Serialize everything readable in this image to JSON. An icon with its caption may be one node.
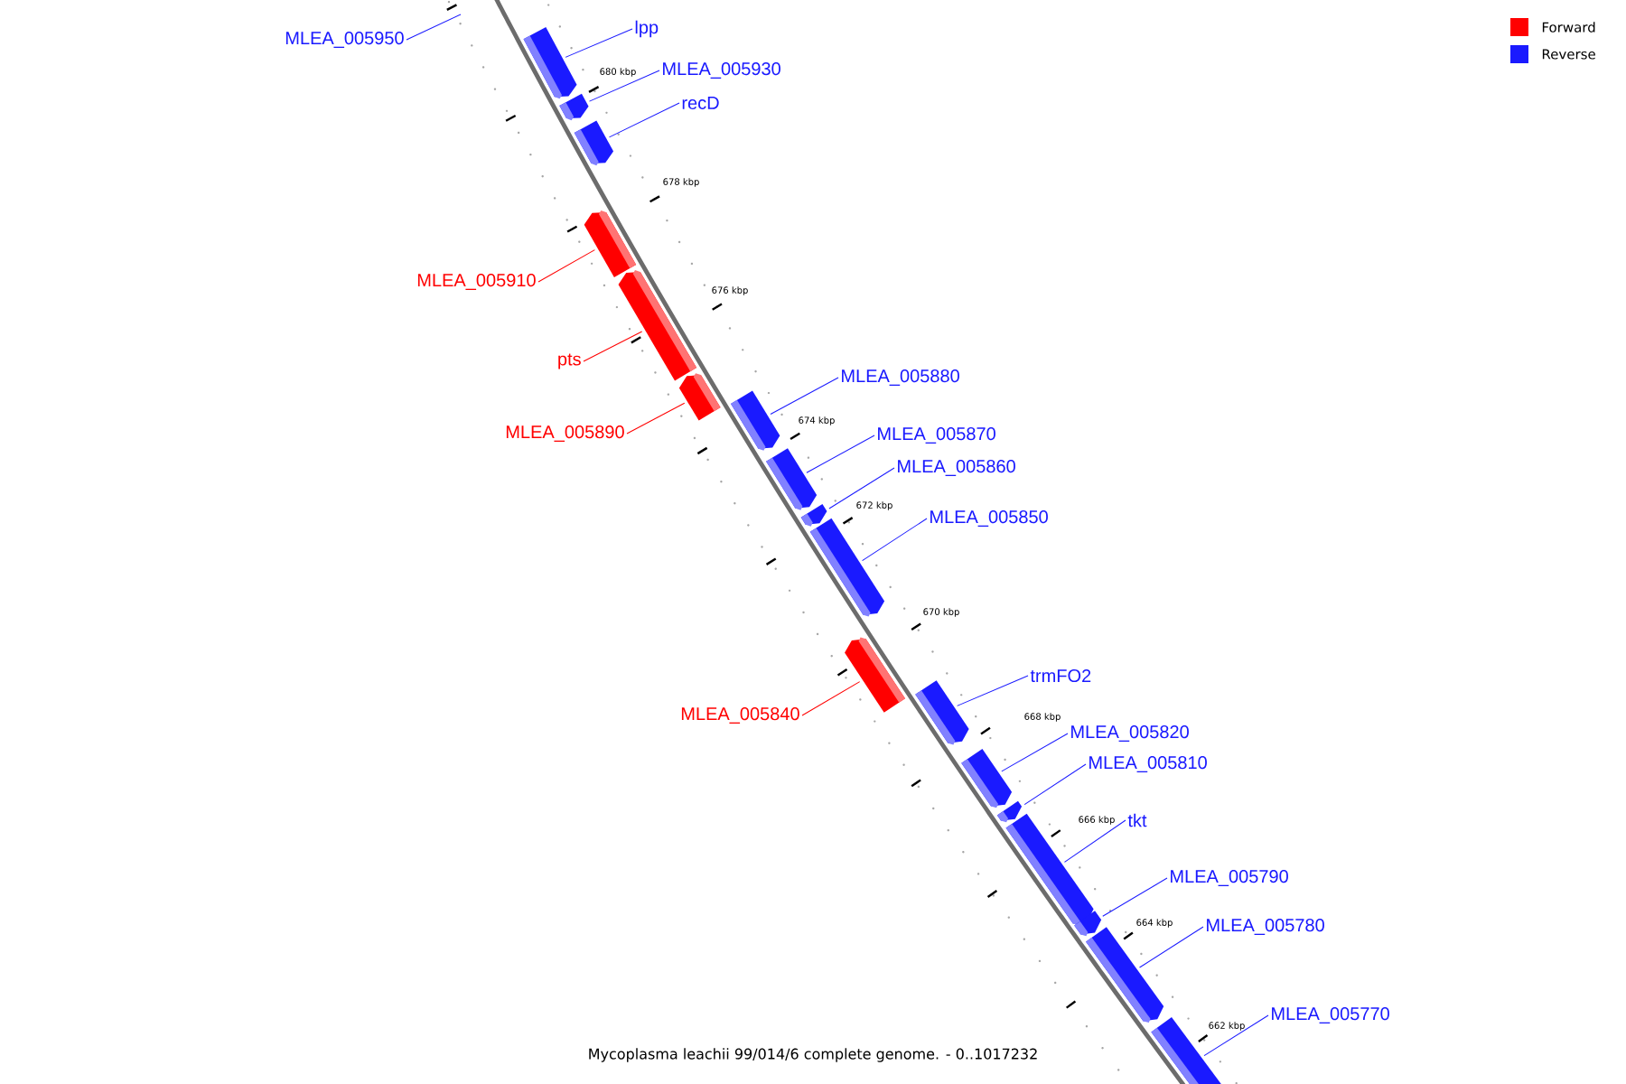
{
  "diagram": {
    "caption": "Mycoplasma leachii 99/014/6 complete genome. - 0..1017232",
    "nodes": [
      {
        "text": [
          "MLEA_005950"
        ]
      },
      {
        "text": [
          "lpp"
        ]
      },
      {
        "text": [],
        "shape": "arrow"
      },
      {
        "text": [
          "MLEA_005930"
        ]
      },
      {
        "text": [],
        "shape": "arrow"
      },
      {
        "text": [
          "recD"
        ]
      },
      {
        "text": [],
        "shape": "arrow"
      },
      {
        "text": [
          "MLEA_005910"
        ]
      },
      {
        "text": [],
        "shape": "arrow"
      },
      {
        "text": [
          "pts"
        ]
      },
      {
        "text": [],
        "shape": "arrow"
      },
      {
        "text": [
          "MLEA_005890"
        ]
      },
      {
        "text": [],
        "shape": "arrow"
      },
      {
        "text": [
          "MLEA_005880"
        ]
      },
      {
        "text": [],
        "shape": "arrow"
      },
      {
        "text": [
          "MLEA_005870"
        ]
      },
      {
        "text": [],
        "shape": "arrow"
      },
      {
        "text": [
          "MLEA_005860"
        ]
      },
      {
        "text": [],
        "shape": "arrow"
      },
      {
        "text": [
          "MLEA_005850"
        ]
      },
      {
        "text": [],
        "shape": "arrow"
      },
      {
        "text": [
          "MLEA_005840"
        ]
      },
      {
        "text": [],
        "shape": "arrow"
      },
      {
        "text": [
          "trmFO2"
        ]
      },
      {
        "text": [],
        "shape": "arrow"
      },
      {
        "text": [
          "MLEA_005820"
        ]
      },
      {
        "text": [],
        "shape": "arrow"
      },
      {
        "text": [
          "MLEA_005810"
        ]
      },
      {
        "text": [],
        "shape": "arrow"
      },
      {
        "text": [
          "tkt"
        ]
      },
      {
        "text": [],
        "shape": "arrow"
      },
      {
        "text": [
          "MLEA_005790"
        ]
      },
      {
        "text": [],
        "shape": "arrow"
      },
      {
        "text": [
          "MLEA_005780"
        ]
      },
      {
        "text": [],
        "shape": "arrow"
      },
      {
        "text": [
          "MLEA_005770"
        ]
      },
      {
        "text": [],
        "shape": "arrow"
      }
    ],
    "edges": [
      {
        "from": 0,
        "to": null,
        "arrow": "none"
      },
      {
        "from": 1,
        "to": 2,
        "arrow": "none"
      },
      {
        "from": 3,
        "to": 4,
        "arrow": "none"
      },
      {
        "from": 5,
        "to": 6,
        "arrow": "none"
      },
      {
        "from": 7,
        "to": 8,
        "arrow": "none",
        "color": "#ff0000"
      },
      {
        "from": 9,
        "to": 10,
        "arrow": "none",
        "color": "#ff0000"
      },
      {
        "from": 11,
        "to": 12,
        "arrow": "none",
        "color": "#ff0000"
      },
      {
        "from": 13,
        "to": 14,
        "arrow": "none"
      },
      {
        "from": 15,
        "to": 16,
        "arrow": "none"
      },
      {
        "from": 17,
        "to": 18,
        "arrow": "none"
      },
      {
        "from": 19,
        "to": 20,
        "arrow": "none"
      },
      {
        "from": 21,
        "to": 22,
        "arrow": "none",
        "color": "#ff0000"
      },
      {
        "from": 23,
        "to": 24,
        "arrow": "none"
      },
      {
        "from": 25,
        "to": 26,
        "arrow": "none"
      },
      {
        "from": 27,
        "to": 28,
        "arrow": "none"
      },
      {
        "from": 29,
        "to": 30,
        "arrow": "none"
      },
      {
        "from": 31,
        "to": 32,
        "arrow": "none"
      },
      {
        "from": 33,
        "to": 34,
        "arrow": "none"
      },
      {
        "from": 35,
        "to": 36,
        "arrow": "none"
      }
    ],
    "labels": [
      "680 kbp",
      "678 kbp",
      "676 kbp",
      "674 kbp",
      "672 kbp",
      "670 kbp",
      "668 kbp",
      "666 kbp",
      "664 kbp",
      "662 kbp"
    ],
    "legend": [
      {
        "text": "Forward",
        "color": "#ff0000"
      },
      {
        "text": "Reverse",
        "color": "#1a1aff"
      }
    ]
  }
}
